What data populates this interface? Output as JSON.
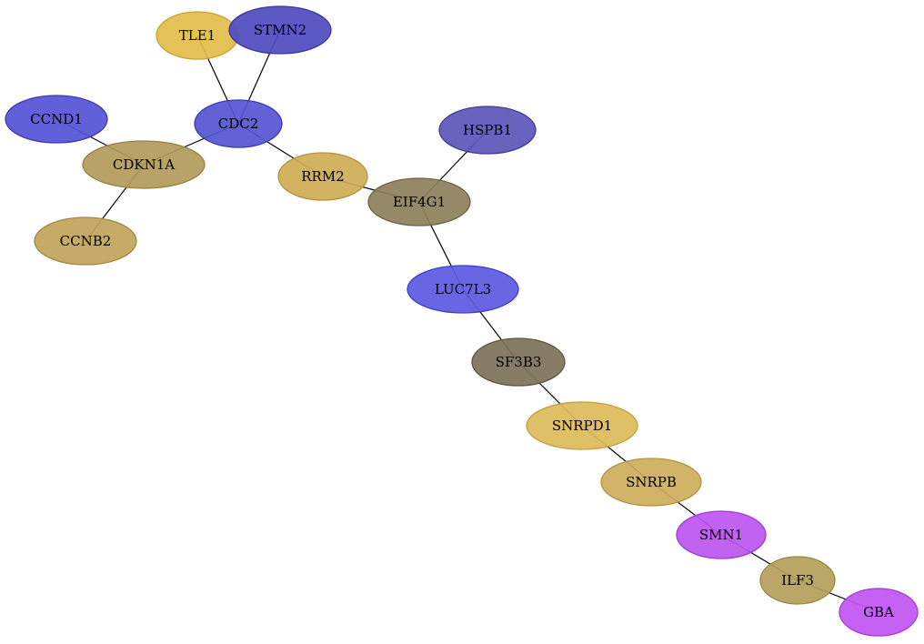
{
  "nodes": [
    {
      "id": "TLE1",
      "label": "TLE1",
      "fill": "#e2bd4a",
      "stroke": "#c9a332"
    },
    {
      "id": "STMN2",
      "label": "STMN2",
      "fill": "#4e4bc0",
      "stroke": "#3a37a0"
    },
    {
      "id": "CCND1",
      "label": "CCND1",
      "fill": "#5452d6",
      "stroke": "#3b39b6"
    },
    {
      "id": "CDC2",
      "label": "CDC2",
      "fill": "#5654d2",
      "stroke": "#3d3bb2"
    },
    {
      "id": "HSPB1",
      "label": "HSPB1",
      "fill": "#5a56b8",
      "stroke": "#413e98"
    },
    {
      "id": "CDKN1A",
      "label": "CDKN1A",
      "fill": "#b39a5a",
      "stroke": "#958042"
    },
    {
      "id": "RRM2",
      "label": "RRM2",
      "fill": "#cfad55",
      "stroke": "#b3933d"
    },
    {
      "id": "EIF4G1",
      "label": "EIF4G1",
      "fill": "#8d7f5a",
      "stroke": "#6f6342"
    },
    {
      "id": "CCNB2",
      "label": "CCNB2",
      "fill": "#c0a45a",
      "stroke": "#a28a42"
    },
    {
      "id": "LUC7L3",
      "label": "LUC7L3",
      "fill": "#5b59e2",
      "stroke": "#403ec4"
    },
    {
      "id": "SF3B3",
      "label": "SF3B3",
      "fill": "#7d7158",
      "stroke": "#5f5540"
    },
    {
      "id": "SNRPD1",
      "label": "SNRPD1",
      "fill": "#dcbb5a",
      "stroke": "#c2a142"
    },
    {
      "id": "SNRPB",
      "label": "SNRPB",
      "fill": "#cdae5a",
      "stroke": "#b19442"
    },
    {
      "id": "SMN1",
      "label": "SMN1",
      "fill": "#bd55f2",
      "stroke": "#a03ad4"
    },
    {
      "id": "ILF3",
      "label": "ILF3",
      "fill": "#b49f5a",
      "stroke": "#968542"
    },
    {
      "id": "GBA",
      "label": "GBA",
      "fill": "#c055f2",
      "stroke": "#a23ad4"
    }
  ],
  "edges": [
    [
      "TLE1",
      "CDC2"
    ],
    [
      "STMN2",
      "CDC2"
    ],
    [
      "CCND1",
      "CDKN1A"
    ],
    [
      "CDKN1A",
      "CDC2"
    ],
    [
      "CDKN1A",
      "CCNB2"
    ],
    [
      "CDC2",
      "RRM2"
    ],
    [
      "RRM2",
      "EIF4G1"
    ],
    [
      "HSPB1",
      "EIF4G1"
    ],
    [
      "EIF4G1",
      "LUC7L3"
    ],
    [
      "LUC7L3",
      "SF3B3"
    ],
    [
      "SF3B3",
      "SNRPD1"
    ],
    [
      "SNRPD1",
      "SNRPB"
    ],
    [
      "SNRPB",
      "SMN1"
    ],
    [
      "SMN1",
      "ILF3"
    ],
    [
      "ILF3",
      "GBA"
    ]
  ]
}
